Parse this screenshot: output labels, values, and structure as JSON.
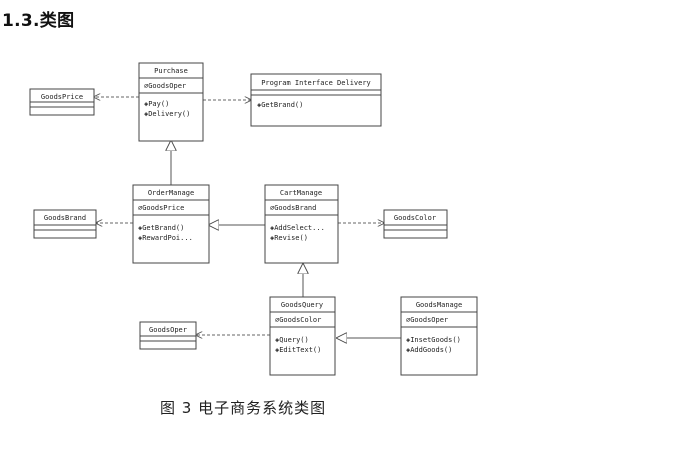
{
  "heading": "1.3.类图",
  "caption": "图 3  电子商务系统类图",
  "classes": {
    "purchase": {
      "name": "Purchase",
      "attributes": [
        "GoodsOper"
      ],
      "operations": [
        "Pay()",
        "Delivery()"
      ]
    },
    "program_interface_delivery": {
      "name": "Program Interface Delivery",
      "attributes": [],
      "operations": [
        "GetBrand()"
      ]
    },
    "goods_price": {
      "name": "GoodsPrice",
      "attributes": [],
      "operations": []
    },
    "order_manage": {
      "name": "OrderManage",
      "attributes": [
        "GoodsPrice"
      ],
      "operations": [
        "GetBrand()",
        "RewardPoi..."
      ]
    },
    "goods_brand": {
      "name": "GoodsBrand",
      "attributes": [],
      "operations": []
    },
    "cart_manage": {
      "name": "CartManage",
      "attributes": [
        "GoodsBrand"
      ],
      "operations": [
        "AddSelect...",
        "Revise()"
      ]
    },
    "goods_color": {
      "name": "GoodsColor",
      "attributes": [],
      "operations": []
    },
    "goods_query": {
      "name": "GoodsQuery",
      "attributes": [
        "GoodsColor"
      ],
      "operations": [
        "Query()",
        "EditText()"
      ]
    },
    "goods_oper": {
      "name": "GoodsOper",
      "attributes": [],
      "operations": []
    },
    "goods_manage": {
      "name": "GoodsManage",
      "attributes": [
        "GoodsOper"
      ],
      "operations": [
        "InsetGoods()",
        "AddGoods()"
      ]
    }
  }
}
